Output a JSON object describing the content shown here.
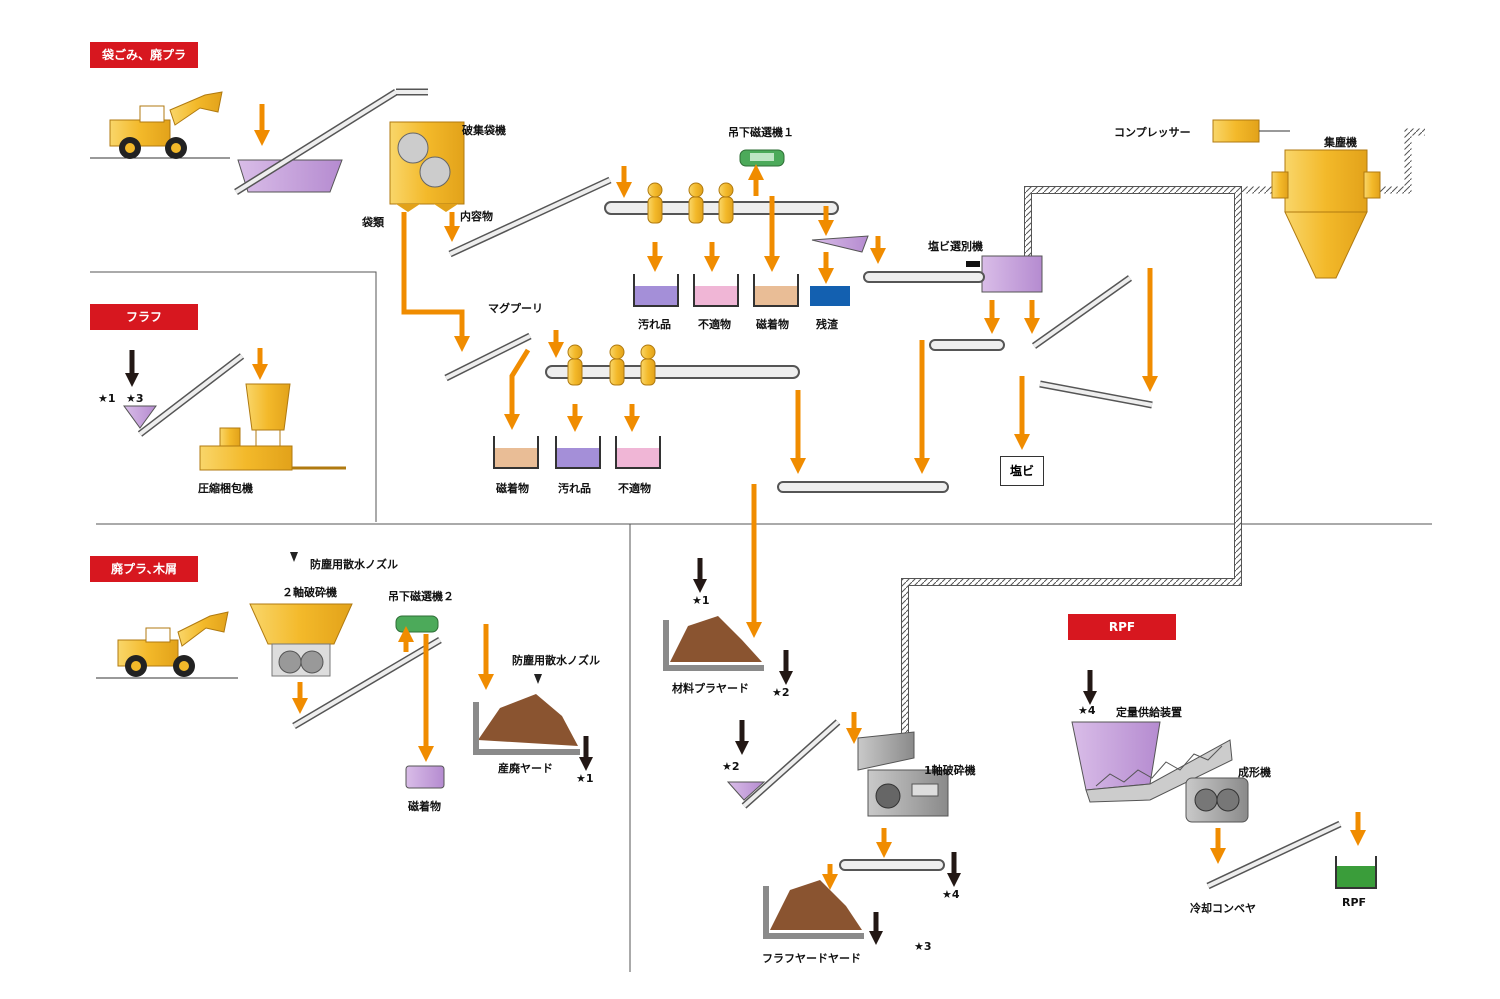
{
  "sections": {
    "bag_waste": "袋ごみ、廃プラ",
    "flaff": "フラフ",
    "plastic_wood": "廃プラ､木屑",
    "rpf": "RPF"
  },
  "labels": {
    "bag_breaker": "破集袋機",
    "bag_type": "袋類",
    "contents": "内容物",
    "magnet1": "吊下磁選機１",
    "dirty1": "汚れ品",
    "unsuitable1": "不適物",
    "magnetic1": "磁着物",
    "residue": "残渣",
    "pvc_sorter": "塩ビ選別機",
    "pvc": "塩ビ",
    "mag_pulley": "マグプーリ",
    "magnetic2": "磁着物",
    "dirty2": "汚れ品",
    "unsuitable2": "不適物",
    "baler": "圧縮梱包機",
    "star1_3_a": "★1",
    "star1_3_b": "★3",
    "compressor": "コンプレッサー",
    "dust_collector": "集塵機",
    "nozzle1": "防塵用散水ノズル",
    "shredder2": "２軸破砕機",
    "magnet2": "吊下磁選機２",
    "nozzle2": "防塵用散水ノズル",
    "industrial_yard": "産廃ヤード",
    "magnetic3": "磁着物",
    "star_ind": "★1",
    "material_yard": "材料プラヤード",
    "star_mat_in": "★1",
    "star_mat_out": "★2",
    "star2_in": "★2",
    "shredder1": "1軸破砕機",
    "star4_out": "★4",
    "flaff_yard": "フラフヤードヤード",
    "star3_out": "★3",
    "star4_in": "★4",
    "feeder": "定量供給装置",
    "molder": "成形機",
    "cooling_conveyor": "冷却コンベヤ",
    "rpf_out": "RPF"
  },
  "colors": {
    "arrow": "#f08c00",
    "dark_arrow": "#231815",
    "tag": "#d7171f",
    "machine": "#f6c437",
    "hopper": "#c4a1d8",
    "pile": "#8a5430",
    "bin_dirty": "#a48fd8",
    "bin_unsuitable": "#f0b6d6",
    "bin_magnetic": "#e9bd96",
    "residue": "#1360b0",
    "rpf_green": "#3a9d3a"
  }
}
